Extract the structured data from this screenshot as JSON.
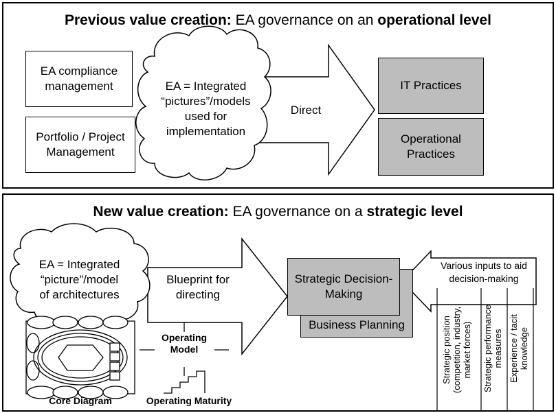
{
  "top": {
    "title_bold": "Previous value creation:",
    "title_mid": " EA governance on an ",
    "title_end_bold": "operational level",
    "left_box1": "EA compliance\nmanagement",
    "left_box2": "Portfolio / Project\nManagement",
    "cloud": "EA = Integrated\n“pictures”/models\nused for\nimplementation",
    "arrow": "Direct",
    "right_box1": "IT Practices",
    "right_box2": "Operational\nPractices"
  },
  "bottom": {
    "title_bold": "New value creation:",
    "title_mid": " EA governance on a ",
    "title_end_bold": "strategic level",
    "cloud": "EA = Integrated\n“picture”/model\nof architectures",
    "arrow": "Blueprint for\ndirecting",
    "strategic_box": "Strategic Decision-\nMaking",
    "business_box": "Business Planning",
    "inputs_arrow": "Various inputs to aid\ndecision-making",
    "col1": "Strategic position\n(competition, industry,\nmarket forces)",
    "col2": "Strategic performance\nmeasures",
    "col3": "Experience / tacit\nknowledge",
    "operating_model": "Operating\nModel",
    "core_diagram": "Core Diagram",
    "operating_maturity": "Operating Maturity"
  },
  "colors": {
    "gray_box": "#bdbdbd"
  }
}
